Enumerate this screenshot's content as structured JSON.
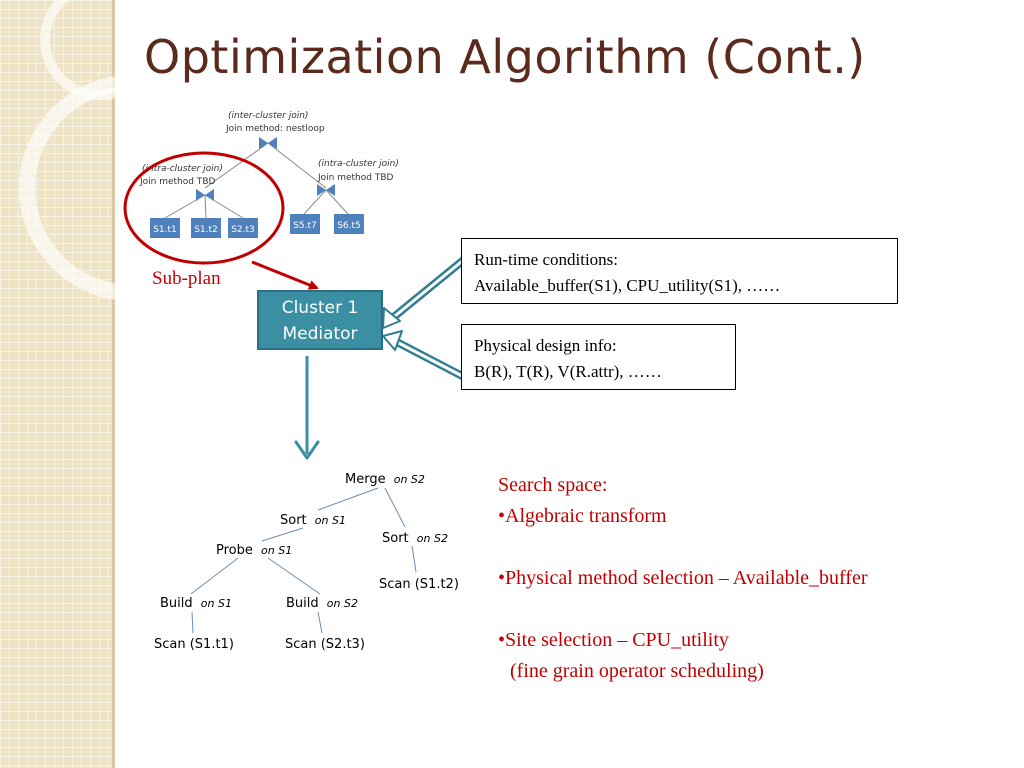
{
  "title": "Optimization Algorithm (Cont.)",
  "subplan_tree": {
    "root_note": "(inter-cluster join)",
    "root_method": "Join method: nestloop",
    "left_note": "(intra-cluster join)",
    "left_method": "Join method TBD",
    "right_note": "(intra-cluster join)",
    "right_method": "Join method TBD",
    "left_leaves": [
      "S1.t1",
      "S1.t2",
      "S2.t3"
    ],
    "right_leaves": [
      "S5.t7",
      "S6.t5"
    ]
  },
  "subplan_label": "Sub-plan",
  "mediator": {
    "line1": "Cluster 1",
    "line2": "Mediator"
  },
  "runtime_box": {
    "line1": "Run-time conditions:",
    "line2": "Available_buffer(S1), CPU_utility(S1), ……"
  },
  "physical_box": {
    "line1": "Physical design info:",
    "line2": "B(R), T(R), V(R.attr), ……"
  },
  "plan_tree": {
    "merge": "Merge",
    "merge_site": "on S2",
    "sort_left": "Sort",
    "sort_left_site": "on S1",
    "sort_right": "Sort",
    "sort_right_site": "on S2",
    "probe": "Probe",
    "probe_site": "on S1",
    "build_left": "Build",
    "build_left_site": "on S1",
    "build_right": "Build",
    "build_right_site": "on S2",
    "scan_s1t2": "Scan (S1.t2)",
    "scan_s1t1": "Scan (S1.t1)",
    "scan_s2t3": "Scan (S2.t3)"
  },
  "search_space": {
    "heading": "Search space:",
    "item1": "•Algebraic transform",
    "item2": "•Physical method selection – Available_buffer",
    "item3": "•Site selection – CPU_utility",
    "item3_note": "(fine grain operator scheduling)"
  },
  "colors": {
    "title": "#5b2a1c",
    "accent_red": "#c00000",
    "mediator_teal": "#3a8fa3",
    "leaf_blue": "#4f81bd",
    "arrow_teal": "#2f7f93"
  }
}
